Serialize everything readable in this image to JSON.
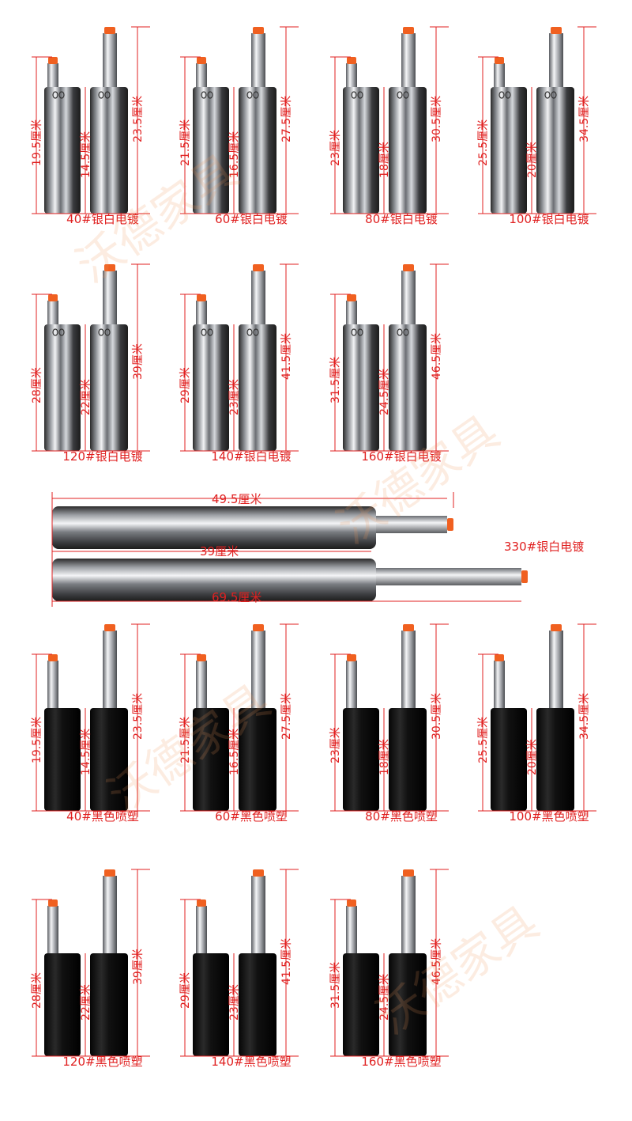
{
  "watermark": "沃德家具",
  "colors": {
    "accent": "#e02020",
    "cap": "#f06020",
    "chrome": "#c9ccd0",
    "black": "#141414"
  },
  "silver_sets": [
    {
      "caption": "40#银白电镀",
      "left_h": "19.5厘米",
      "mid_h": "14.5厘米",
      "right_h": "23.5厘米"
    },
    {
      "caption": "60#银白电镀",
      "left_h": "21.5厘米",
      "mid_h": "16.5厘米",
      "right_h": "27.5厘米"
    },
    {
      "caption": "80#银白电镀",
      "left_h": "23厘米",
      "mid_h": "18厘米",
      "right_h": "30.5厘米"
    },
    {
      "caption": "100#银白电镀",
      "left_h": "25.5厘米",
      "mid_h": "20厘米",
      "right_h": "34.5厘米"
    },
    {
      "caption": "120#银白电镀",
      "left_h": "28厘米",
      "mid_h": "22厘米",
      "right_h": "39厘米"
    },
    {
      "caption": "140#银白电镀",
      "left_h": "29厘米",
      "mid_h": "23厘米",
      "right_h": "41.5厘米"
    },
    {
      "caption": "160#银白电镀",
      "left_h": "31.5厘米",
      "mid_h": "24.5厘米",
      "right_h": "46.5厘米"
    }
  ],
  "horizontal": {
    "caption": "330#银白电镀",
    "top_len": "49.5厘米",
    "mid_len": "39厘米",
    "bottom_len": "69.5厘米"
  },
  "black_sets": [
    {
      "caption": "40#黑色喷塑",
      "left_h": "19.5厘米",
      "mid_h": "14.5厘米",
      "right_h": "23.5厘米"
    },
    {
      "caption": "60#黑色喷塑",
      "left_h": "21.5厘米",
      "mid_h": "16.5厘米",
      "right_h": "27.5厘米"
    },
    {
      "caption": "80#黑色喷塑",
      "left_h": "23厘米",
      "mid_h": "18厘米",
      "right_h": "30.5厘米"
    },
    {
      "caption": "100#黑色喷塑",
      "left_h": "25.5厘米",
      "mid_h": "20厘米",
      "right_h": "34.5厘米"
    },
    {
      "caption": "120#黑色喷塑",
      "left_h": "28厘米",
      "mid_h": "22厘米",
      "right_h": "39厘米"
    },
    {
      "caption": "140#黑色喷塑",
      "left_h": "29厘米",
      "mid_h": "23厘米",
      "right_h": "41.5厘米"
    },
    {
      "caption": "160#黑色喷塑",
      "left_h": "31.5厘米",
      "mid_h": "24.5厘米",
      "right_h": "46.5厘米"
    }
  ]
}
